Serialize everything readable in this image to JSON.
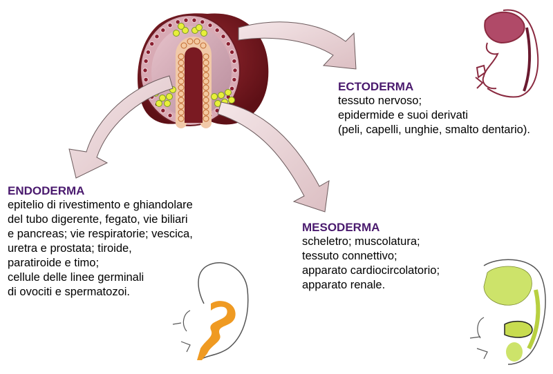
{
  "colors": {
    "heading": "#4a1a6e",
    "text": "#000000",
    "arrow_fill": "#e9d3d6",
    "embryo_outer": "#7a1a22",
    "endoderm_color": "#f0a020",
    "mesoderm_color": "#c8e04a",
    "ectoderm_color": "#a03050"
  },
  "center_image": {
    "label": "gastrula-cross-section"
  },
  "blocks": {
    "ectoderm": {
      "title": "ECTODERMA",
      "lines": [
        "tessuto nervoso;",
        "epidermide e suoi derivati",
        "(peli, capelli, unghie, smalto dentario)."
      ]
    },
    "endoderm": {
      "title": "ENDODERMA",
      "lines": [
        "epitelio di rivestimento e ghiandolare",
        "del tubo digerente, fegato, vie biliari",
        "e pancreas; vie respiratorie; vescica,",
        "uretra e prostata; tiroide,",
        "paratiroide e timo;",
        "cellule delle linee germinali",
        "di ovociti e spermatozoi."
      ]
    },
    "mesoderm": {
      "title": "MESODERMA",
      "lines": [
        "scheletro; muscolatura;",
        "tessuto connettivo;",
        "apparato cardiocircolatorio;",
        "apparato renale."
      ]
    }
  }
}
